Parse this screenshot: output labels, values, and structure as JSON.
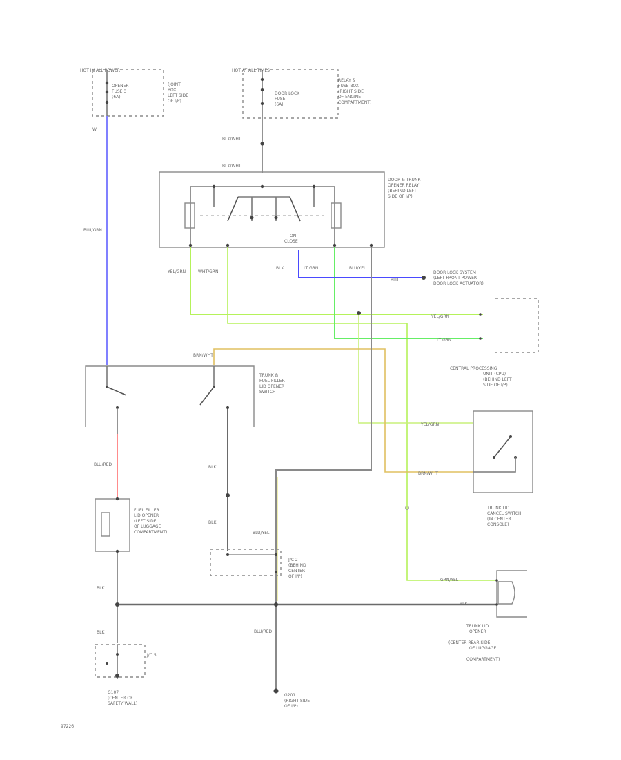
{
  "power_left": {
    "header": "HOT IN ALL POWER",
    "fuse": [
      "OPENER",
      "FUSE 3",
      "(6A)"
    ],
    "location": [
      "(JOINT",
      "BOX,",
      "LEFT SIDE",
      "OF I/P)"
    ],
    "wire_top": "W"
  },
  "power_right": {
    "header": "HOT AT ALL TIMES",
    "fuse": [
      "DOOR LOCK",
      "FUSE",
      "(6A)"
    ],
    "location": [
      "RELAY &",
      "FUSE BOX",
      "(RIGHT SIDE",
      "OF ENGINE",
      "COMPARTMENT)"
    ]
  },
  "wire_labels": {
    "blk_wht_1": "BLK/WHT",
    "blk_wht_2": "BLK/WHT",
    "blu_grn": "BLU/GRN",
    "yel_grn": "YEL/GRN",
    "wht_grn": "WHT/GRN",
    "blk_1": "BLK",
    "lt_grn_1": "LT GRN",
    "blu_yel": "BLU/YEL",
    "blu_stub": "BLU",
    "yel_grn_right": "YEL/GRN",
    "lt_grn_right": "LT GRN",
    "brn_wht": "BRN/WHT",
    "yel_grn_cpu": "YEL/GRN",
    "brn_wht_cancel": "BRN/WHT",
    "blu_red": "BLU/RED",
    "blk_sw_1": "BLK",
    "blk_sw_2": "BLK",
    "blu_yel_lower": "BLU/YEL",
    "blk_fuel_1": "BLK",
    "blk_fuel_2": "BLK",
    "grn_yel": "GRN/YEL",
    "blk_bottom": "BLK",
    "blu_red_bottom": "BLU/RED",
    "relay_inner_a": "ON",
    "relay_inner_b": "CLOSE"
  },
  "relay": [
    "DOOR & TRUNK",
    "OPENER RELAY",
    "(BEHIND LEFT",
    "SIDE OF I/P)"
  ],
  "door_lock": [
    "DOOR LOCK SYSTEM",
    "(LEFT FRONT POWER",
    "DOOR LOCK ACTUATOR)"
  ],
  "cpu": [
    "CENTRAL PROCESSING",
    "UNIT (CPU)",
    "(BEHIND LEFT",
    "SIDE OF I/P)"
  ],
  "trunk_switch": [
    "TRUNK &",
    "FUEL FILLER",
    "LID OPENER",
    "SWITCH"
  ],
  "cancel_switch": [
    "TRUNK LID",
    "CANCEL SWITCH",
    "(IN CENTER",
    "CONSOLE)"
  ],
  "fuel_opener": [
    "FUEL FILLER",
    "LID OPENER",
    "(LEFT SIDE",
    "OF LUGGAGE",
    "COMPARTMENT)"
  ],
  "jc2": [
    "J/C 2",
    "(BEHIND",
    "CENTER",
    "OF I/P)"
  ],
  "trunk_opener": [
    "TRUNK LID",
    "OPENER",
    "(CENTER REAR SIDE",
    "OF LUGGAGE",
    "COMPARTMENT)"
  ],
  "jc5": "J/C 5",
  "ground_left": [
    "G107",
    "(CENTER OF",
    "SAFETY WALL)"
  ],
  "ground_right": [
    "G201",
    "(RIGHT SIDE",
    "OF I/P)"
  ],
  "figure_id": "97226"
}
